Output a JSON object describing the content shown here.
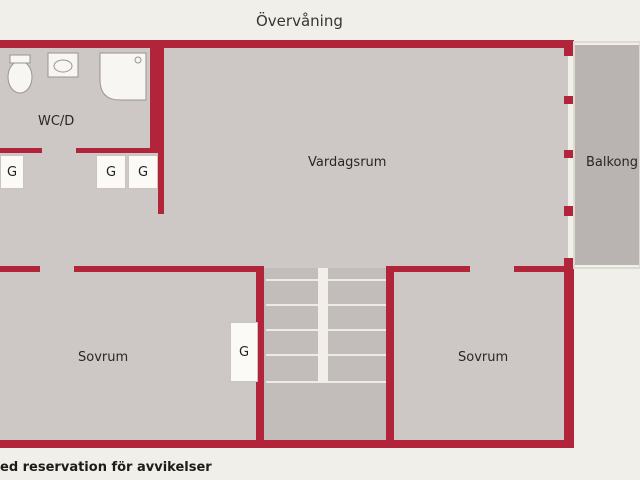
{
  "floor_title": "Övervåning",
  "rooms": {
    "wc": "WC/D",
    "living": "Vardagsrum",
    "balcony": "Balkong",
    "bedroom_left": "Sovrum",
    "bedroom_right": "Sovrum"
  },
  "closet_label": "G",
  "footer_note": "ed reservation för avvikelser",
  "colors": {
    "wall": "#b2243a",
    "room_fill": "#cdc8c6",
    "balcony_fill": "#b9b4b1",
    "paper": "#f1efe9"
  }
}
